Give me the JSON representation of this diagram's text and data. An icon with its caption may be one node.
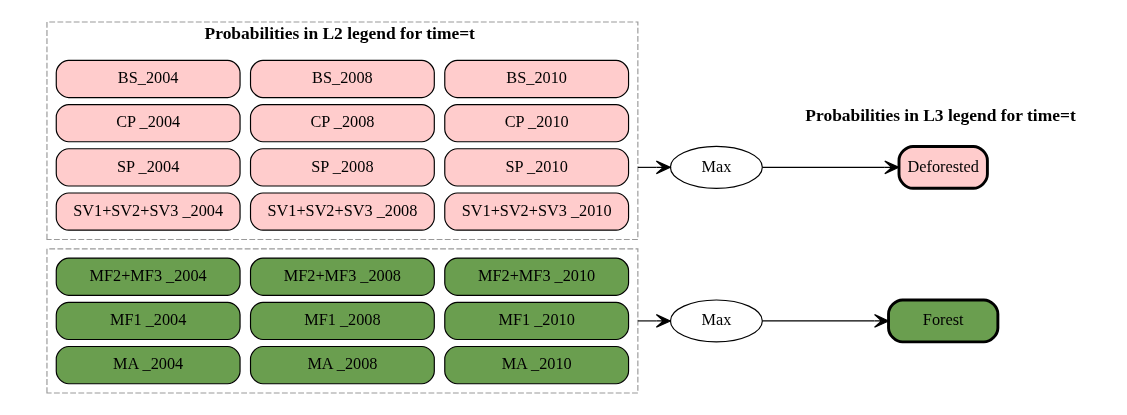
{
  "diagram": {
    "nodes": [
      {
        "text": [
          "Probabilities in L2 legend for time=t"
        ]
      },
      {
        "text": [
          "BS_2004"
        ],
        "in": 0
      },
      {
        "text": [
          "BS_2008"
        ],
        "in": 0
      },
      {
        "text": [
          "BS_2010"
        ],
        "in": 0
      },
      {
        "text": [
          "CP _2004"
        ],
        "in": 0
      },
      {
        "text": [
          "CP _2008"
        ],
        "in": 0
      },
      {
        "text": [
          "CP _2010"
        ],
        "in": 0
      },
      {
        "text": [
          "SP _2004"
        ],
        "in": 0
      },
      {
        "text": [
          "SP _2008"
        ],
        "in": 0
      },
      {
        "text": [
          "SP _2010"
        ],
        "in": 0
      },
      {
        "text": [
          "SV1+SV2+SV3 _2004"
        ],
        "in": 0
      },
      {
        "text": [
          "SV1+SV2+SV3 _2008"
        ],
        "in": 0
      },
      {
        "text": [
          "SV1+SV2+SV3 _2010"
        ],
        "in": 0
      },
      {
        "text": [
          "Max"
        ]
      },
      {
        "text": [
          "Deforested"
        ]
      },
      {
        "text": [],
        "shape": "box"
      },
      {
        "text": [
          "MF2+MF3 _2004"
        ],
        "in": 15
      },
      {
        "text": [
          "MF2+MF3 _2008"
        ],
        "in": 15
      },
      {
        "text": [
          "MF2+MF3 _2010"
        ],
        "in": 15
      },
      {
        "text": [
          "MF1 _2004"
        ],
        "in": 15
      },
      {
        "text": [
          "MF1 _2008"
        ],
        "in": 15
      },
      {
        "text": [
          "MF1 _2010"
        ],
        "in": 15
      },
      {
        "text": [
          "MA _2004"
        ],
        "in": 15
      },
      {
        "text": [
          "MA _2008"
        ],
        "in": 15
      },
      {
        "text": [
          "MA _2010"
        ],
        "in": 15
      },
      {
        "text": [
          "Max"
        ]
      },
      {
        "text": [
          "Forest"
        ]
      }
    ],
    "edges": [
      {
        "from": 0,
        "to": 13,
        "arrow": "to"
      },
      {
        "from": 13,
        "to": 14,
        "arrow": "to"
      },
      {
        "from": 15,
        "to": 25,
        "arrow": "to"
      },
      {
        "from": 25,
        "to": 26,
        "arrow": "to"
      }
    ],
    "labels": [
      "Probabilities in L3 legend for time=t"
    ]
  }
}
